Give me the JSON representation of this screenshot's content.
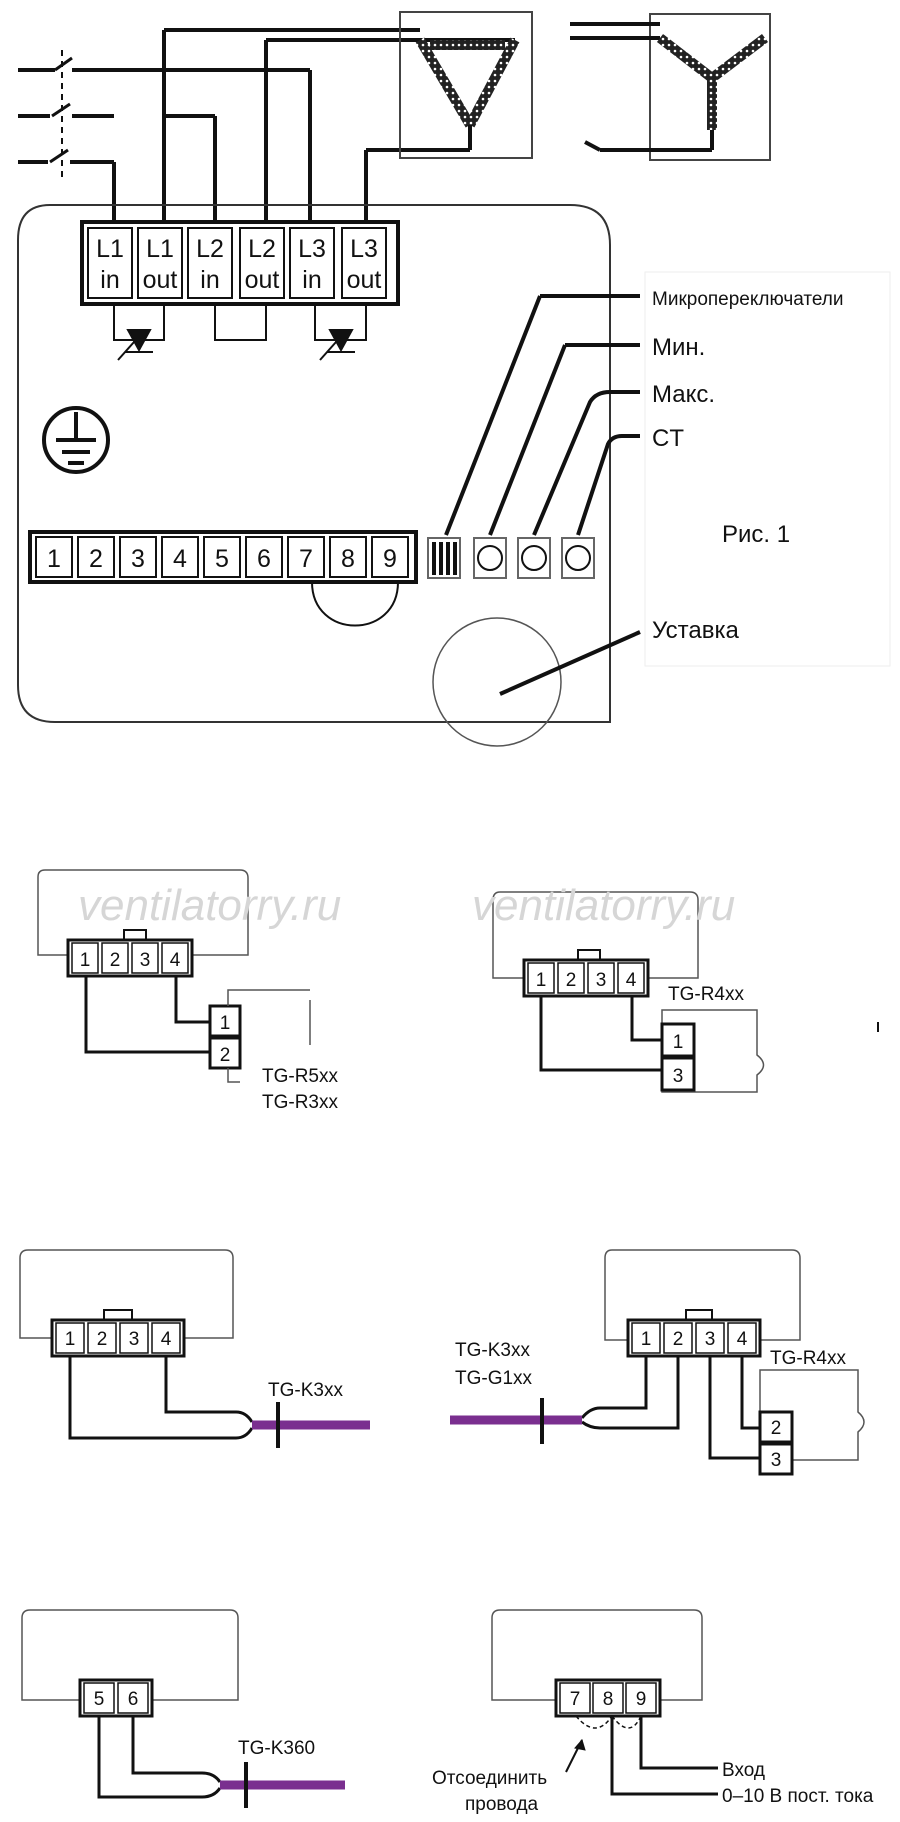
{
  "main_diagram": {
    "power_terminals": [
      {
        "top": "L1",
        "bottom": "in"
      },
      {
        "top": "L1",
        "bottom": "out"
      },
      {
        "top": "L2",
        "bottom": "in"
      },
      {
        "top": "L2",
        "bottom": "out"
      },
      {
        "top": "L3",
        "bottom": "in"
      },
      {
        "top": "L3",
        "bottom": "out"
      }
    ],
    "control_terminals": [
      "1",
      "2",
      "3",
      "4",
      "5",
      "6",
      "7",
      "8",
      "9"
    ],
    "callouts": {
      "dip_switches": "Микропереключатели",
      "min": "Мин.",
      "max": "Макс.",
      "ct": "CT",
      "setpoint": "Уставка"
    },
    "figure_label": "Рис. 1",
    "ground_icon": "ground-icon",
    "motor_delta_icon": "delta-winding-icon",
    "motor_star_icon": "star-winding-icon"
  },
  "watermark": "ventilatorry.ru",
  "sub_diagrams": [
    {
      "terminals": [
        "1",
        "2",
        "3",
        "4"
      ],
      "sensor_pins": [
        "1",
        "2"
      ],
      "labels": [
        "TG-R5xx",
        "TG-R3xx"
      ]
    },
    {
      "terminals": [
        "1",
        "2",
        "3",
        "4"
      ],
      "sensor_pins": [
        "1",
        "3"
      ],
      "labels": [
        "TG-R4xx"
      ]
    },
    {
      "terminals": [
        "1",
        "2",
        "3",
        "4"
      ],
      "labels": [
        "TG-K3xx"
      ]
    },
    {
      "terminals": [
        "1",
        "2",
        "3",
        "4"
      ],
      "sensor_pins": [
        "2",
        "3"
      ],
      "labels": [
        "TG-K3xx",
        "TG-G1xx",
        "TG-R4xx"
      ]
    },
    {
      "terminals": [
        "5",
        "6"
      ],
      "labels": [
        "TG-K360"
      ]
    },
    {
      "terminals": [
        "7",
        "8",
        "9"
      ],
      "labels": [
        "Отсоединить",
        "провода",
        "Вход",
        "0–10 В пост. тока"
      ]
    }
  ],
  "colors": {
    "line": "#111111",
    "cable": "#7a2f8f",
    "watermark": "#d6d6d6"
  }
}
